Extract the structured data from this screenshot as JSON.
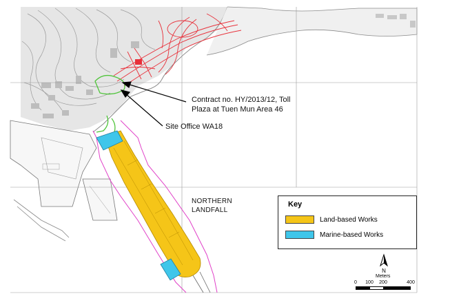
{
  "annotations": {
    "contract_line1": "Contract no. HY/2013/12, Toll",
    "contract_line2": "Plaza at Tuen Mun Area 46",
    "site_office": "Site Office WA18",
    "landfall_line1": "NORTHERN",
    "landfall_line2": "LANDFALL"
  },
  "key": {
    "title": "Key",
    "items": [
      {
        "label": "Land-based Works",
        "color": "#f5c518"
      },
      {
        "label": "Marine-based Works",
        "color": "#3fc6ea"
      }
    ]
  },
  "north_arrow": {
    "label": "N"
  },
  "scale": {
    "unit_label": "Meters",
    "ticks": [
      "0",
      "100",
      "200",
      "400"
    ]
  },
  "colors": {
    "land_works": "#f5c518",
    "marine_works": "#3fc6ea",
    "road_red": "#e8303a",
    "boundary_magenta": "#e040c8",
    "green_outline": "#4fc43a"
  }
}
